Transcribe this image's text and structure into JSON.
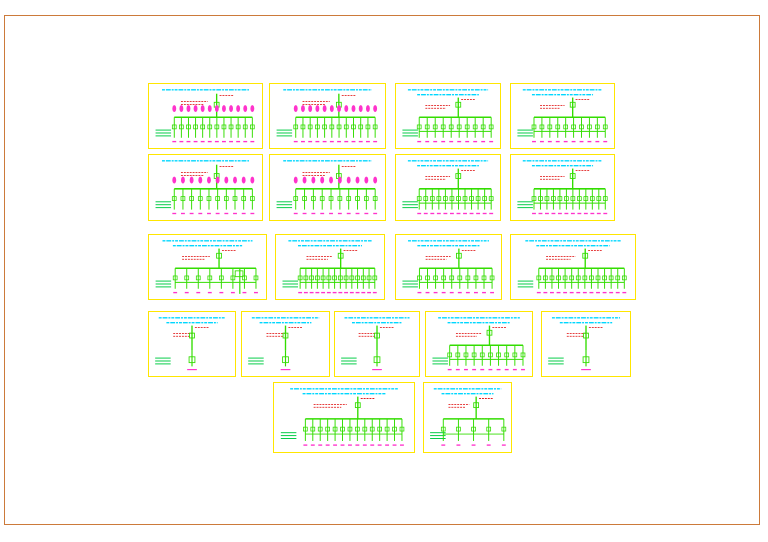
{
  "colors": {
    "sheet_border": "#cc7a3a",
    "frame": "#ffe600",
    "title_text": "#00d7ff",
    "busbar": "#33dd00",
    "device": "#ff33cc",
    "note_text": "#dd0000",
    "label_text": "#00cc44"
  },
  "sheets": [
    {
      "style": "A",
      "title_lines": 1,
      "circuits": 12,
      "side_block": false
    },
    {
      "style": "A",
      "title_lines": 1,
      "circuits": 12,
      "side_block": false
    },
    {
      "style": "B",
      "title_lines": 2,
      "circuits": 10,
      "side_block": false
    },
    {
      "style": "B",
      "title_lines": 2,
      "circuits": 10,
      "side_block": false
    },
    {
      "style": "A",
      "title_lines": 1,
      "circuits": 10,
      "side_block": false
    },
    {
      "style": "A",
      "title_lines": 1,
      "circuits": 10,
      "side_block": false
    },
    {
      "style": "B",
      "title_lines": 2,
      "circuits": 12,
      "side_block": false
    },
    {
      "style": "B",
      "title_lines": 2,
      "circuits": 12,
      "side_block": false
    },
    {
      "style": "B",
      "title_lines": 2,
      "circuits": 8,
      "side_block": true
    },
    {
      "style": "B",
      "title_lines": 2,
      "circuits": 14,
      "side_block": false
    },
    {
      "style": "B",
      "title_lines": 2,
      "circuits": 10,
      "side_block": false
    },
    {
      "style": "B",
      "title_lines": 2,
      "circuits": 14,
      "side_block": false
    },
    {
      "style": "C",
      "title_lines": 2,
      "circuits": 0,
      "side_block": false
    },
    {
      "style": "C",
      "title_lines": 2,
      "circuits": 0,
      "side_block": false
    },
    {
      "style": "C",
      "title_lines": 2,
      "circuits": 0,
      "side_block": false
    },
    {
      "style": "B",
      "title_lines": 2,
      "circuits": 10,
      "side_block": false
    },
    {
      "style": "C",
      "title_lines": 2,
      "circuits": 0,
      "side_block": false
    },
    {
      "style": "B",
      "title_lines": 2,
      "circuits": 14,
      "side_block": false
    },
    {
      "style": "B",
      "title_lines": 2,
      "circuits": 5,
      "side_block": false
    }
  ]
}
